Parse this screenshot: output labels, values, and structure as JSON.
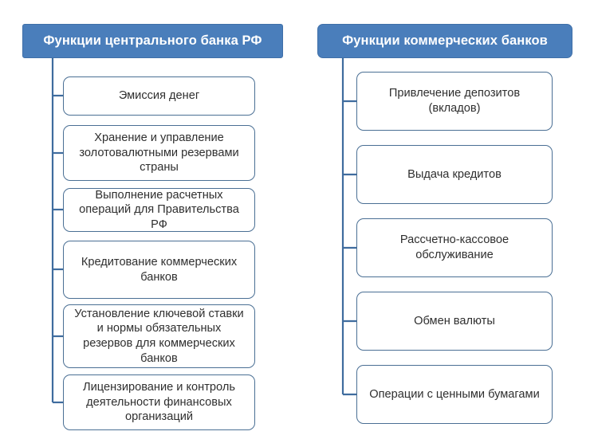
{
  "diagram": {
    "title_left": "Функции центрального банка РФ",
    "title_right": "Функции коммерческих банков",
    "background_color": "#ffffff",
    "header_fill_color": "#4a7ebb",
    "header_text_color": "#ffffff",
    "node_border_color": "#4a6f94",
    "node_fill_color": "#ffffff",
    "node_text_color": "#2f2f2f",
    "connector_color": "#3f6c9e"
  },
  "columns": [
    {
      "id": "central-bank",
      "header": "Функции центрального банка РФ",
      "nodes": [
        {
          "label": "Эмиссия денег"
        },
        {
          "label": "Хранение и управление\nзолотовалютными резервами\nстраны"
        },
        {
          "label": "Выполнение расчетных\nопераций для Правительства\nРФ"
        },
        {
          "label": "Кредитование коммерческих\nбанков"
        },
        {
          "label": "Установление ключевой ставки\nи нормы обязательных\nрезервов для коммерческих\nбанков"
        },
        {
          "label": "Лицензирование и контроль\nдеятельности финансовых\nорганизаций"
        }
      ]
    },
    {
      "id": "commercial-banks",
      "header": "Функции коммерческих банков",
      "nodes": [
        {
          "label": "Привлечение депозитов\n(вкладов)"
        },
        {
          "label": "Выдача кредитов"
        },
        {
          "label": "Рассчетно-кассовое\nобслуживание"
        },
        {
          "label": "Обмен валюты"
        },
        {
          "label": "Операции с ценными бумагами"
        }
      ]
    }
  ]
}
